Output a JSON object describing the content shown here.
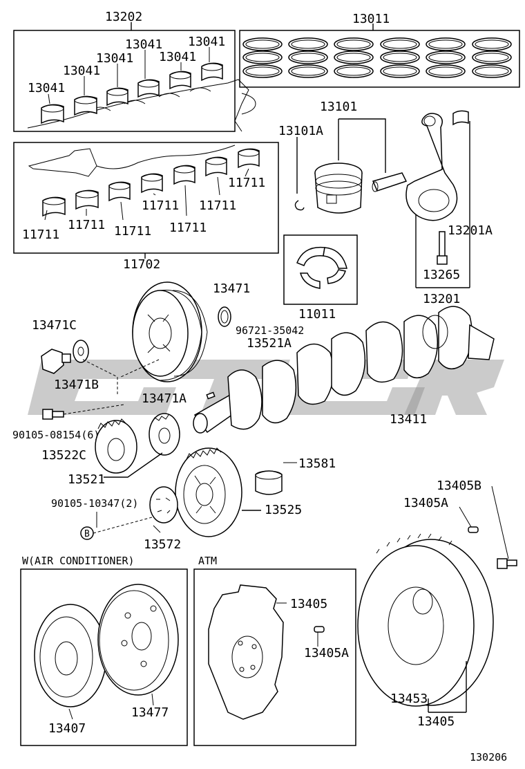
{
  "labels": {
    "p13202": "13202",
    "p13011": "13011",
    "p13041_a": "13041",
    "p13041_b": "13041",
    "p13041_c": "13041",
    "p13041_d": "13041",
    "p13041_e": "13041",
    "p13041_f": "13041",
    "p13101": "13101",
    "p13101A": "13101A",
    "p11711_a": "11711",
    "p11711_b": "11711",
    "p11711_c": "11711",
    "p11711_d": "11711",
    "p11711_e": "11711",
    "p11711_f": "11711",
    "p11711_g": "11711",
    "p11702": "11702",
    "p13201A": "13201A",
    "p13265": "13265",
    "p13201": "13201",
    "p11011": "11011",
    "p13471": "13471",
    "p96721": "96721-35042",
    "p13471C": "13471C",
    "p13521A": "13521A",
    "p13471B": "13471B",
    "p13471A": "13471A",
    "p90105_08154": "90105-08154(6)",
    "p13411": "13411",
    "p13522C": "13522C",
    "p13581": "13581",
    "p13521": "13521",
    "p90105_10347": "90105-10347(2)",
    "p13525": "13525",
    "p13405B": "13405B",
    "p13405A_a": "13405A",
    "pB": "B",
    "p13572": "13572",
    "p13405_a": "13405",
    "p13405A_b": "13405A",
    "p13477": "13477",
    "p13407": "13407",
    "p13453": "13453",
    "p13405_b": "13405",
    "footer_code": "130206"
  },
  "sections": {
    "air_conditioner": "W(AIR CONDITIONER)",
    "atm": "ATM"
  },
  "watermark": "GTGR",
  "colors": {
    "line": "#000000",
    "background": "#ffffff",
    "watermark": "#8c8c8c"
  }
}
